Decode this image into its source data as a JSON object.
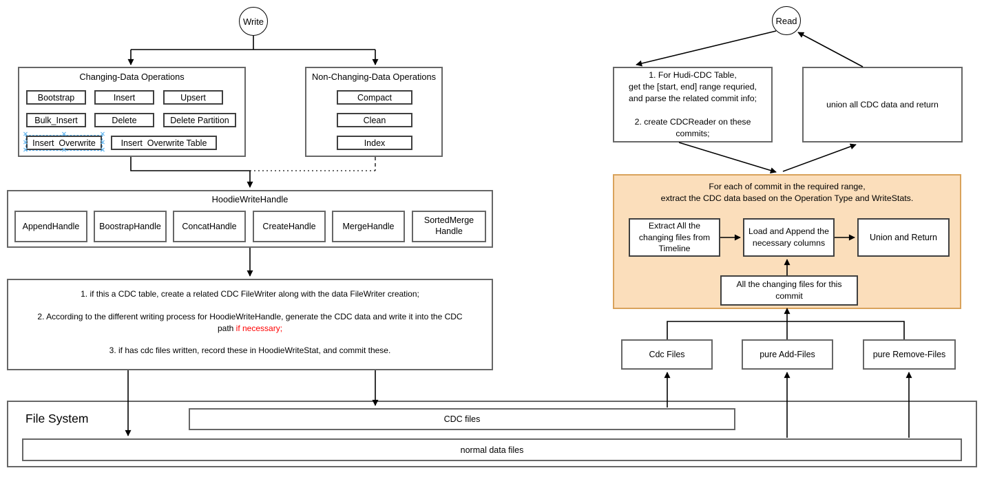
{
  "write_flow": {
    "node_label": "Write",
    "changing_ops": {
      "title": "Changing-Data Operations",
      "ops": [
        "Bootstrap",
        "Insert",
        "Upsert",
        "Bulk_Insert",
        "Delete",
        "Delete Partition",
        "Insert  Overwrite",
        "Insert  Overwrite Table"
      ]
    },
    "non_changing_ops": {
      "title": "Non-Changing-Data Operations",
      "ops": [
        "Compact",
        "Clean",
        "Index"
      ]
    },
    "write_handle": {
      "title": "HoodieWriteHandle",
      "handles": [
        "AppendHandle",
        "BoostrapHandle",
        "ConcatHandle",
        "CreateHandle",
        "MergeHandle",
        "SortedMerge Handle"
      ]
    },
    "cdc_steps": {
      "step1": "1. if this a CDC table, create a related CDC FileWriter along with the data FileWriter creation;",
      "step2_line1": "2. According to the different writing process for HoodieWriteHandle, generate the CDC data and write it into the CDC",
      "step2_line2_prefix": "path ",
      "step2_line2_red": "if necessary;",
      "step3": "3. if has cdc files written, record these in HoodieWriteStat, and commit these."
    }
  },
  "read_flow": {
    "node_label": "Read",
    "plan_box": {
      "lines": [
        "1. For Hudi-CDC Table,",
        "get the [start, end] range requried,",
        "and parse the related commit info;",
        "",
        "2. create CDCReader on these",
        "commits;"
      ]
    },
    "union_box_label": "union all CDC data and return",
    "per_commit": {
      "title_line1": "For each of commit in the required range,",
      "title_line2": "extract the CDC data based on the Operation Type and WriteStats.",
      "extract_lines": [
        "Extract All the",
        "changing files from",
        "Timeline"
      ],
      "load_lines": [
        "Load and Append the",
        "necessary columns"
      ],
      "union_label": "Union and Return",
      "changing_files_lines": [
        "All the changing files for this",
        "commit"
      ]
    },
    "file_groups": [
      "Cdc Files",
      "pure Add-Files",
      "pure Remove-Files"
    ]
  },
  "file_system": {
    "label": "File System",
    "cdc_files_label": "CDC files",
    "normal_files_label": "normal data files"
  },
  "selection": {
    "handle_glyph": "✕"
  },
  "colors": {
    "red_text": "#FF0000",
    "orange_fill": "#FBDEBB",
    "orange_border": "#D9A25B",
    "selection_blue": "#56AEF0",
    "box_border": "#666666"
  }
}
